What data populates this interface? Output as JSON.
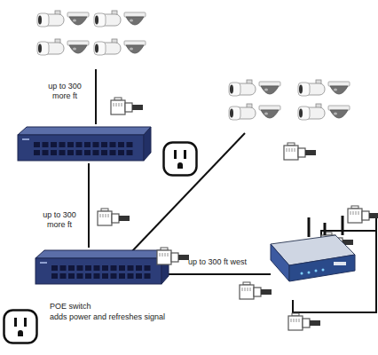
{
  "diagram": {
    "labels": [
      "up to 300 more ft",
      "up to 300 more ft",
      "up to 300 ft west",
      "POE switch",
      "adds power and refreshes signal"
    ]
  }
}
